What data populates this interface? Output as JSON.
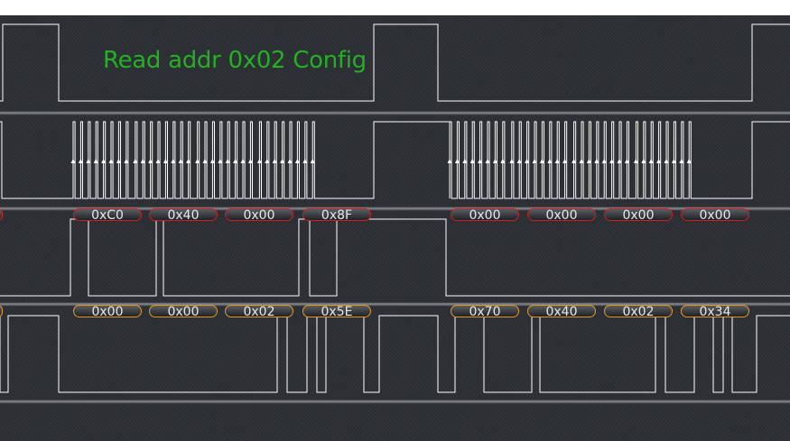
{
  "annotation": {
    "text": "Read addr 0x02 Config"
  },
  "mosi_bytes": [
    "0xC0",
    "0x40",
    "0x00",
    "0x8F",
    "0x00",
    "0x00",
    "0x00",
    "0x00"
  ],
  "miso_bytes": [
    "0x00",
    "0x00",
    "0x02",
    "0x5E",
    "0x70",
    "0x40",
    "0x02",
    "0x34"
  ],
  "colors": {
    "background": "#2c2f34",
    "trace": "#ffffff",
    "annotation": "#23b023",
    "mosi_decoder_outline": "#d02020",
    "miso_decoder_outline": "#e59a1e"
  }
}
